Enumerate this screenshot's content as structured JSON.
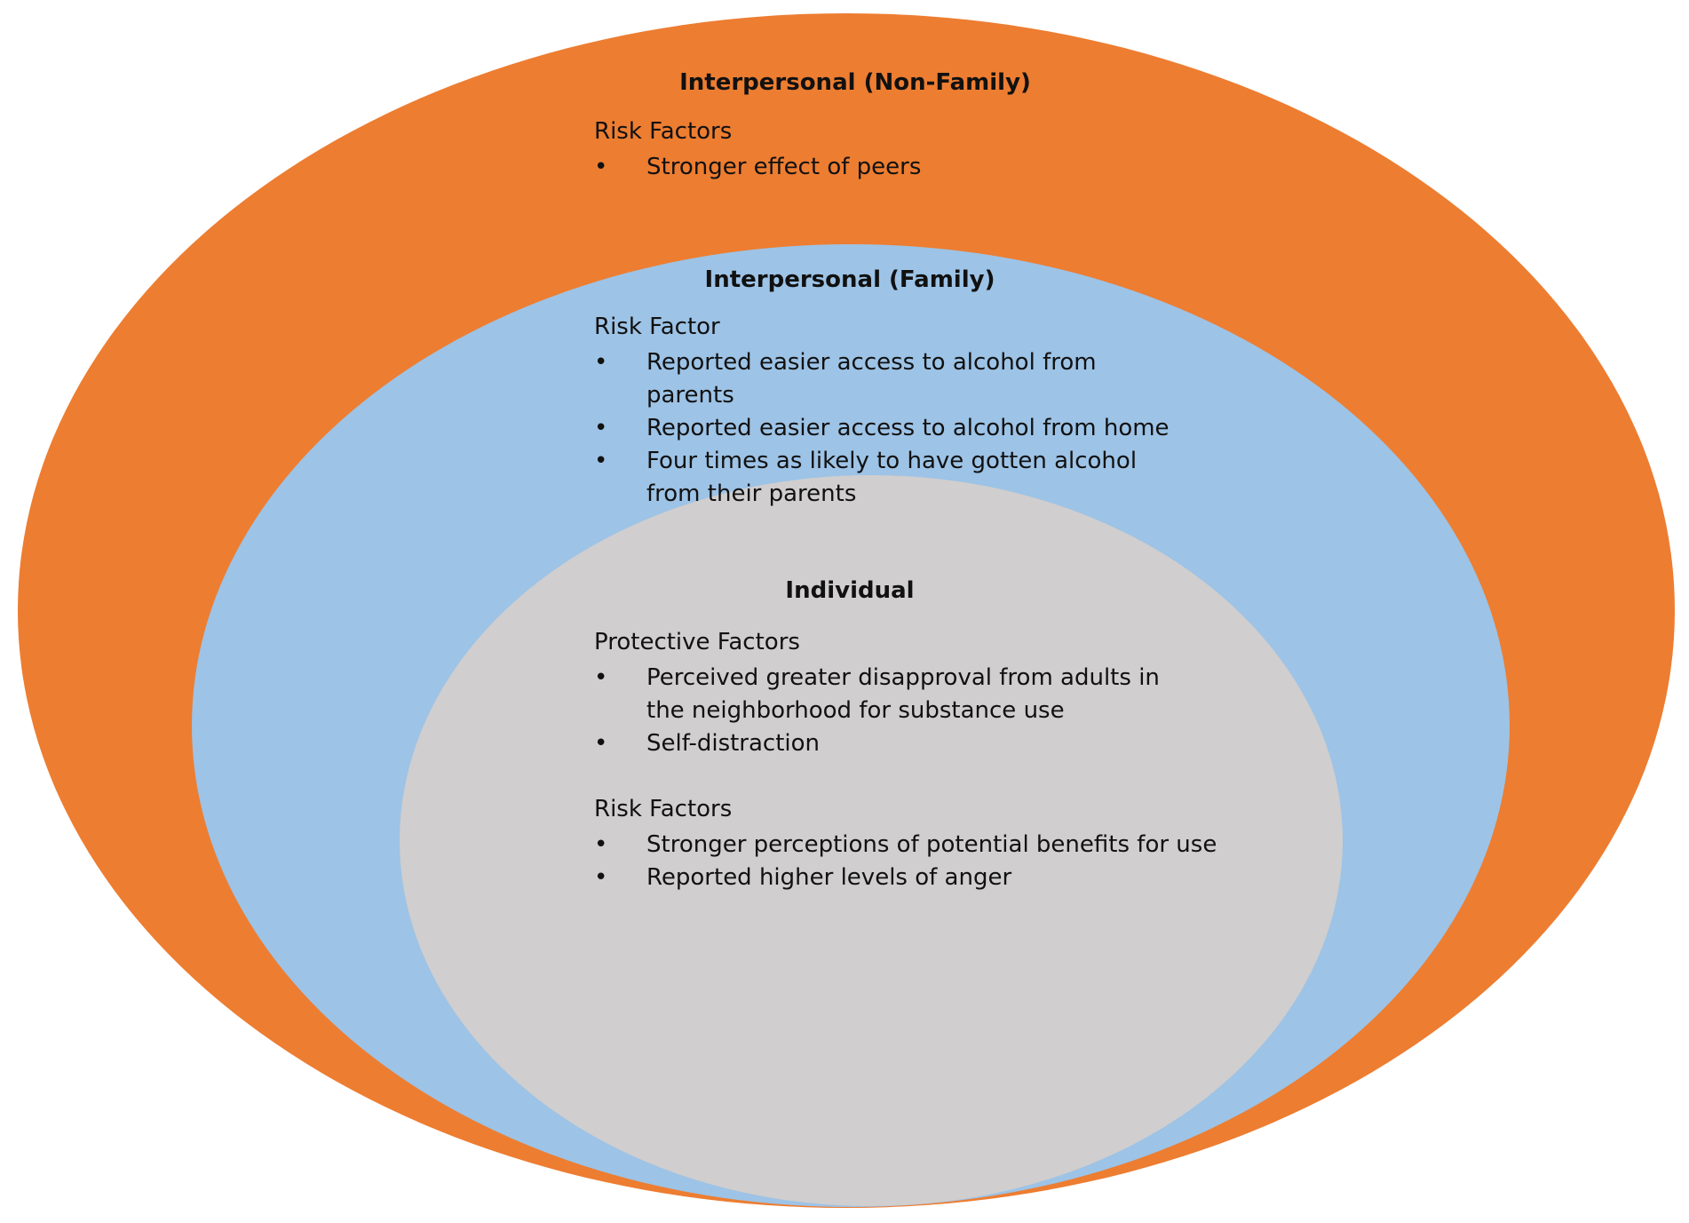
{
  "colors": {
    "outer": "#ED7D31",
    "middle": "#9DC3E6",
    "inner": "#D0CECE"
  },
  "bullet_symbol": "•",
  "levels": {
    "non_family": {
      "title": "Interpersonal (Non-Family)",
      "groups": [
        {
          "label": "Risk Factors",
          "items": [
            "Stronger effect of peers"
          ]
        }
      ]
    },
    "family": {
      "title": "Interpersonal (Family)",
      "groups": [
        {
          "label": "Risk Factor",
          "items": [
            "Reported easier access to alcohol from parents",
            "Reported easier access to alcohol from home",
            "Four times as likely to have gotten alcohol from their parents"
          ]
        }
      ]
    },
    "individual": {
      "title": "Individual",
      "groups": [
        {
          "label": "Protective Factors",
          "items": [
            "Perceived greater disapproval from adults in the neighborhood for substance use",
            "Self-distraction"
          ]
        },
        {
          "label": "Risk Factors",
          "items": [
            "Stronger perceptions of potential benefits for use",
            "Reported higher levels of anger"
          ]
        }
      ]
    }
  }
}
